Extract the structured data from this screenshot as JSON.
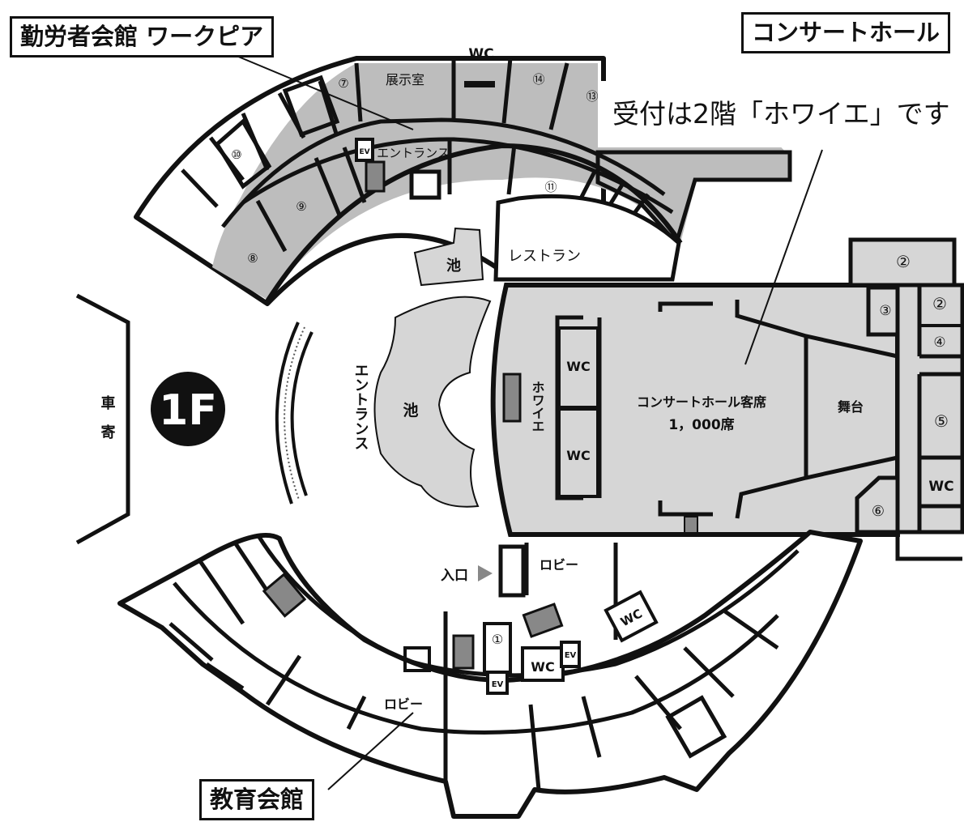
{
  "floor": "1F",
  "callouts": {
    "workpia": "勤労者会館 ワークピア",
    "concert_hall": "コンサートホール",
    "kyoiku_kaikan": "教育会館",
    "reception_note": "受付は2階「ホワイエ」です"
  },
  "labels": {
    "exhibition_room": "展示室",
    "wc": "WC",
    "ev": "EV",
    "entrance": "エントランス",
    "entrance_vertical": "エントランス",
    "restaurant": "レストラン",
    "pond": "池",
    "foyer_vertical": "ホワイエ",
    "hall_seats_line1": "コンサートホール客席",
    "hall_seats_line2": "1，000席",
    "stage": "舞台",
    "carriage_porch_vertical": "車寄",
    "entry": "入口",
    "lobby": "ロビー"
  },
  "room_numbers": {
    "r1": "①",
    "r2": "②",
    "r3": "③",
    "r4": "④",
    "r5": "⑤",
    "r6": "⑥",
    "r7": "⑦",
    "r8": "⑧",
    "r9": "⑨",
    "r10": "⑩",
    "r11": "⑪",
    "r13": "⑬",
    "r14": "⑭"
  },
  "colors": {
    "room_shaded": "#bdbdbd",
    "hall_shaded": "#d6d6d6",
    "wall": "#111111",
    "floor": "#ffffff"
  }
}
